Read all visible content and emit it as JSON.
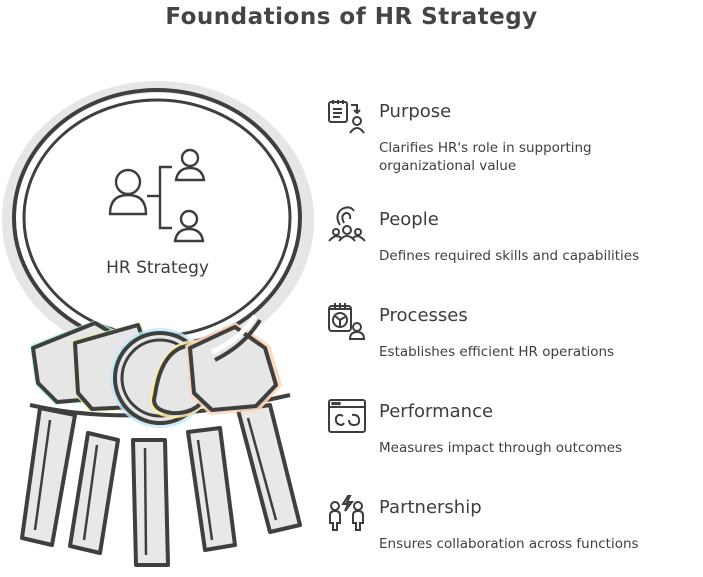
{
  "title": "Foundations of HR Strategy",
  "center": {
    "label": "HR Strategy",
    "icon": "org-chart-people-icon"
  },
  "illustration": {
    "type": "key-ring",
    "key_tag_colors": [
      "#b8f2dc",
      "#dcf5a8",
      "#bde8f7",
      "#f9eca0",
      "#fbd5bb"
    ],
    "key_count": 5,
    "stroke_color": "#3f3f3f",
    "fill_color": "#e6e6e6"
  },
  "items": [
    {
      "heading": "Purpose",
      "description": "Clarifies HR's role in supporting organizational value",
      "icon": "clipboard-person-icon"
    },
    {
      "heading": "People",
      "description": "Defines required skills and capabilities",
      "icon": "team-group-icon"
    },
    {
      "heading": "Processes",
      "description": "Establishes efficient HR operations",
      "icon": "calendar-chart-person-icon"
    },
    {
      "heading": "Performance",
      "description": "Measures impact through outcomes",
      "icon": "browser-gauge-icon"
    },
    {
      "heading": "Partnership",
      "description": "Ensures collaboration across functions",
      "icon": "two-people-spark-icon"
    }
  ]
}
